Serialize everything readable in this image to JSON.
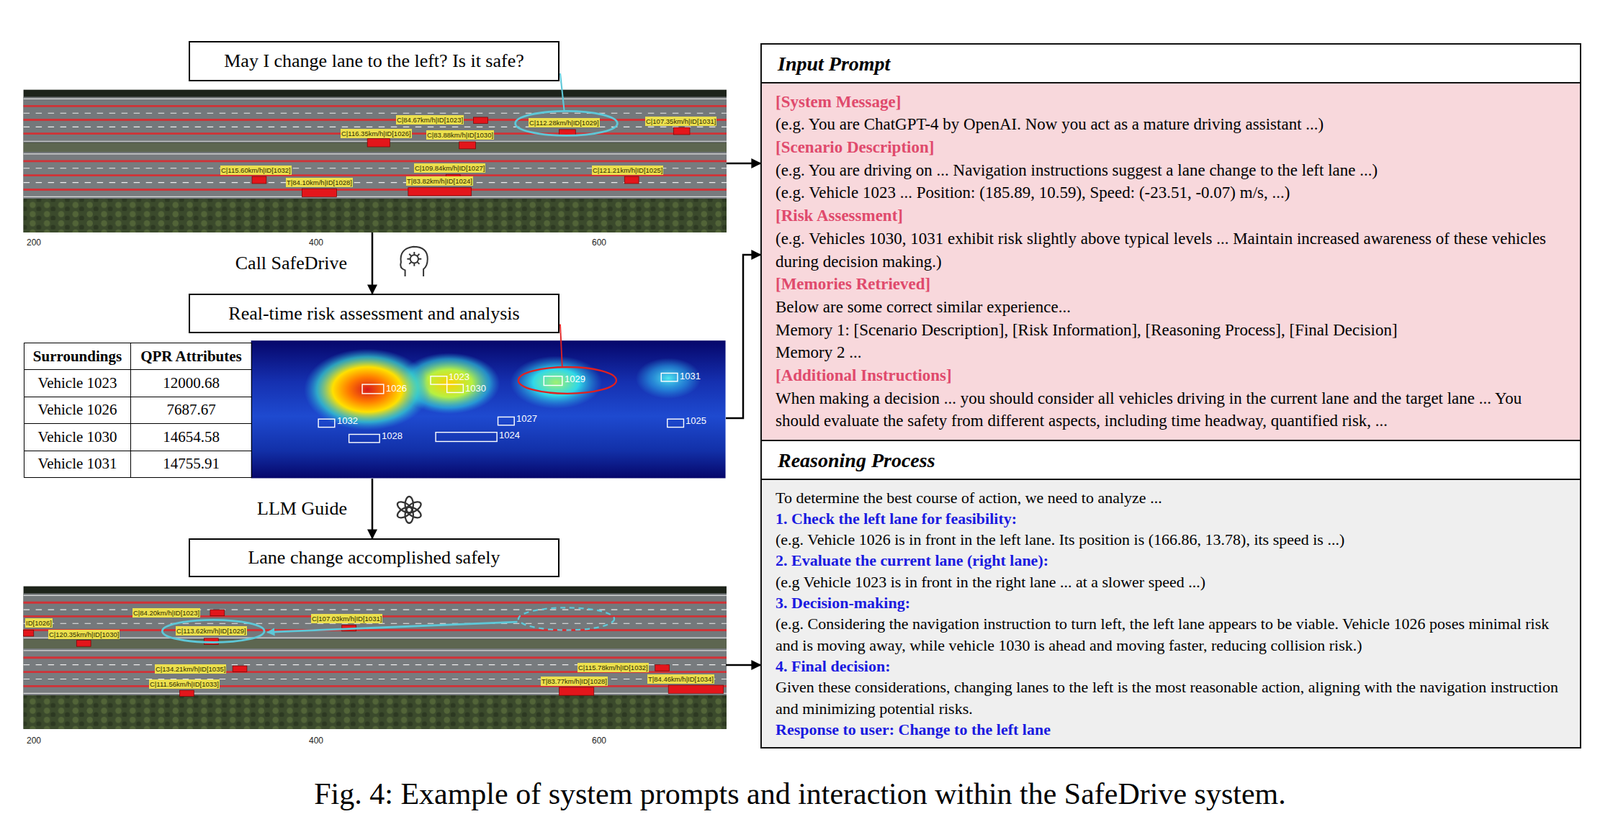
{
  "diagram": {
    "caption": "Fig. 4: Example of system prompts and interaction within the SafeDrive system.",
    "nodes": [
      {
        "text": [
          "May I change lane to the left? Is it safe?"
        ]
      },
      {
        "text": [
          "C|84.67km/h|ID[1023]",
          "C|116.35km/h|ID[1026]",
          "C|83.88km/h|ID[1030]",
          "C|112.28km/h|ID[1029]",
          "C|107.35km/h|ID[1031]",
          "C|115.60km/h|ID[1032]",
          "C|109.84km/h|ID[1027]",
          "C|121.21km/h|ID[1025]",
          "T|84.10km/h|ID[1028]",
          "T|83.82km/h|ID[1024]"
        ]
      },
      {
        "text": [
          "Real-time risk assessment and analysis"
        ]
      },
      {
        "text": [
          "1026",
          "1023",
          "1030",
          "1029",
          "1031",
          "1032",
          "1027",
          "1025",
          "1028",
          "1024"
        ]
      },
      {
        "text": [
          "Lane change accomplished safely"
        ]
      },
      {
        "text": [
          "C|84.20km/h|ID[1023]",
          "C|107.03km/h|ID[1031]",
          "ID[1026]",
          "C|120.35km/h|ID[1030]",
          "C|113.62km/h|ID[1029]",
          "C|134.21km/h|ID[1035]",
          "C|111.56km/h|ID[1033]",
          "C|115.78km/h|ID[1032]",
          "T|83.77km/h|ID[1028]",
          "T|84.46km/h|ID[1034]"
        ]
      },
      {
        "text": [
          "Input Prompt",
          "[System Message]",
          "(e.g. You are ChatGPT-4 by OpenAI. Now you act as a mature driving assistant ...)",
          "[Scenario Description]",
          "(e.g. You are driving on ... Navigation instructions suggest a lane change to the left lane ...)",
          "(e.g. Vehicle 1023 ... Position: (185.89, 10.59), Speed: (-23.51, -0.07) m/s, ...)",
          "[Risk Assessment]",
          "(e.g. Vehicles 1030, 1031 exhibit risk slightly above typical levels ... Maintain increased awareness of these vehicles during decision making.)",
          "[Memories Retrieved]",
          "Below are some correct similar experience...",
          "Memory 1: [Scenario Description], [Risk Information], [Reasoning Process], [Final Decision]",
          "Memory 2 ...",
          "[Additional Instructions]",
          "When making a decision ... you should consider all vehicles driving in the current lane and the target lane ... You should evaluate the safety from different aspects, including time headway, quantified risk, ..."
        ]
      },
      {
        "text": [
          "Reasoning Process",
          "To determine the best course of action, we need to analyze ...",
          "1. Check the left lane for feasibility:",
          "(e.g. Vehicle 1026 is in front in the left lane. Its position is (166.86, 13.78), its speed is ...)",
          "2. Evaluate the current lane (right lane):",
          "(e.g Vehicle 1023 is in front in the right lane ... at a slower speed ...)",
          "3. Decision-making:",
          "(e.g. Considering the navigation instruction to turn left, the left lane appears to be viable. Vehicle 1026 poses minimal risk and is moving away, while vehicle 1030 is ahead and moving faster, reducing collision risk.)",
          "4. Final decision:",
          "Given these considerations, changing lanes to the left is the most reasonable action, aligning with the navigation instruction and minimizing potential risks.",
          "Response to user: Change to the left lane"
        ]
      }
    ],
    "edges": [
      {
        "from": 1,
        "to": 2,
        "arrow": "to",
        "label": "Call SafeDrive"
      },
      {
        "from": 3,
        "to": 4,
        "arrow": "to",
        "label": "LLM Guide"
      },
      {
        "from": 1,
        "to": 6,
        "arrow": "to"
      },
      {
        "from": 3,
        "to": 6,
        "arrow": "to"
      },
      {
        "from": 5,
        "to": 7,
        "arrow": "to"
      }
    ],
    "labels": [
      "200",
      "400",
      "600",
      "Surroundings",
      "QPR Attributes",
      "Vehicle 1023",
      "12000.68",
      "Vehicle 1026",
      "7687.67",
      "Vehicle 1030",
      "14654.58",
      "Vehicle 1031",
      "14755.91",
      "200",
      "400",
      "600"
    ]
  }
}
